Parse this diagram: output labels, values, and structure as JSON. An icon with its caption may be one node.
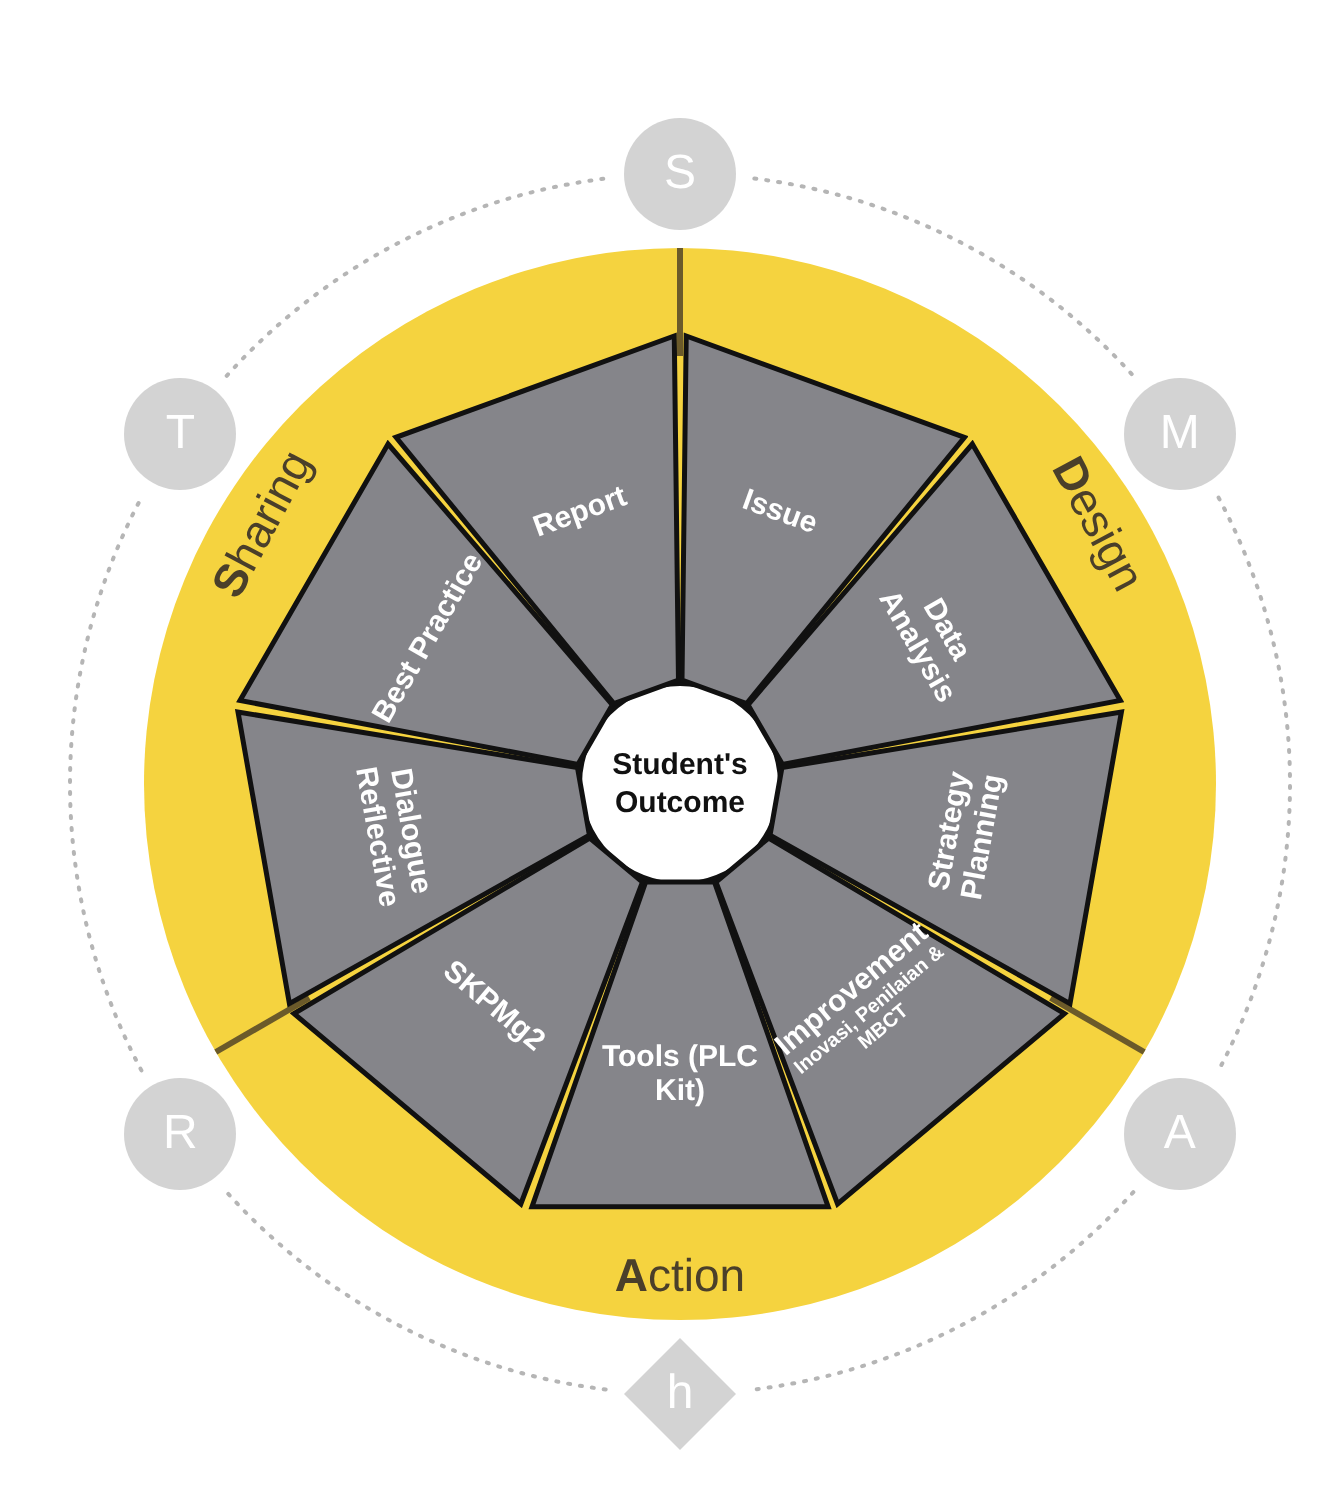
{
  "diagram": {
    "nodes": [
      {
        "text": [
          "Student's Outcome"
        ]
      },
      {
        "text": [
          "Issue"
        ]
      },
      {
        "text": [
          "Data Analysis"
        ]
      },
      {
        "text": [
          "Strategy Planning"
        ]
      },
      {
        "text": [
          "Improvement",
          "Inovasi, Penilaian & MBCT"
        ]
      },
      {
        "text": [
          "Tools (PLC Kit)"
        ]
      },
      {
        "text": [
          "SKPMg2"
        ]
      },
      {
        "text": [
          "Dialogue Reflective"
        ]
      },
      {
        "text": [
          "Best Practice"
        ]
      },
      {
        "text": [
          "Report"
        ]
      },
      {
        "text": [
          "S"
        ]
      },
      {
        "text": [
          "M"
        ]
      },
      {
        "text": [
          "A"
        ]
      },
      {
        "text": [
          "h"
        ]
      },
      {
        "text": [
          "R"
        ]
      },
      {
        "text": [
          "T"
        ]
      }
    ],
    "edges": [
      {
        "from": 10,
        "to": 11,
        "arrow": "none",
        "style": "dashed"
      },
      {
        "from": 11,
        "to": 12,
        "arrow": "none",
        "style": "dashed"
      },
      {
        "from": 12,
        "to": 13,
        "arrow": "none",
        "style": "dashed"
      },
      {
        "from": 13,
        "to": 14,
        "arrow": "none",
        "style": "dashed"
      },
      {
        "from": 14,
        "to": 15,
        "arrow": "none",
        "style": "dashed"
      },
      {
        "from": 15,
        "to": 10,
        "arrow": "none",
        "style": "dashed"
      }
    ],
    "labels": [
      "**S**haring",
      "**D**esign",
      "**A**ction"
    ]
  }
}
